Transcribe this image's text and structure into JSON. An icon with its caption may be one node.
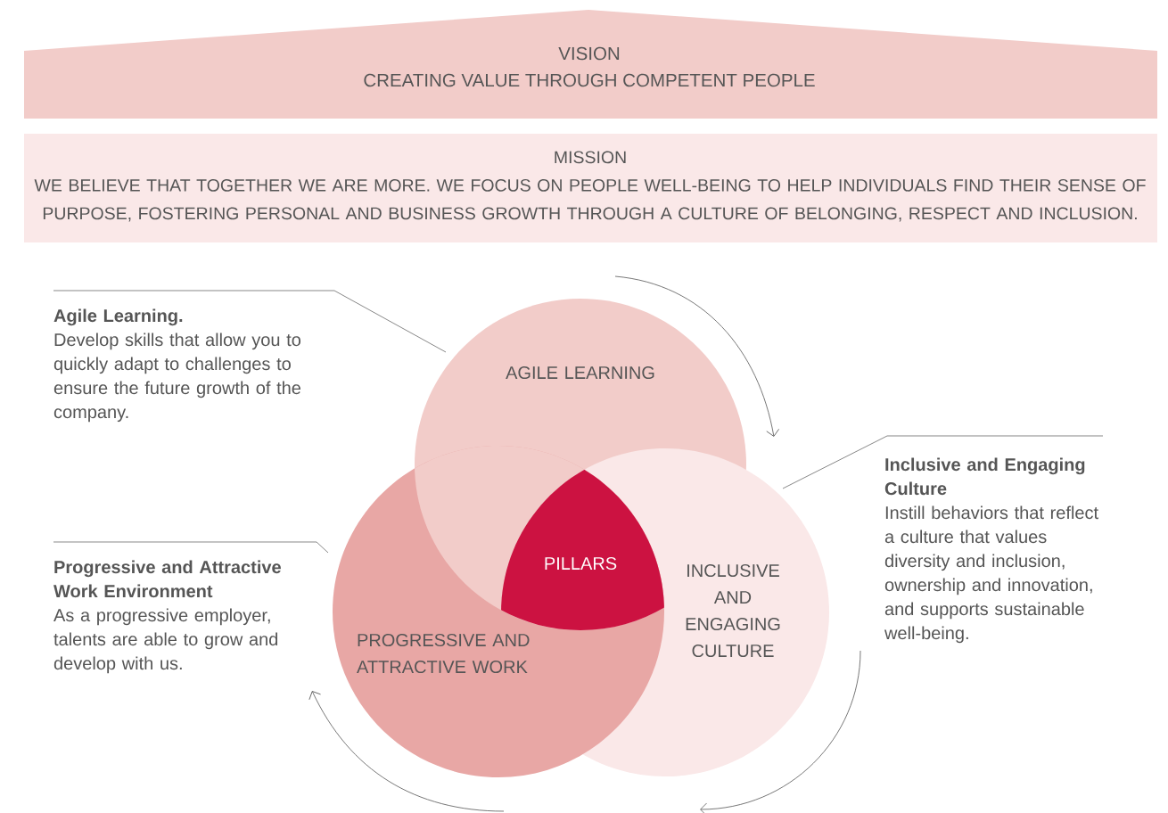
{
  "diagram": {
    "nodes": [
      {
        "text": [
          "VISION",
          "CREATING VALUE THROUGH COMPETENT PEOPLE"
        ]
      },
      {
        "text": [
          "MISSION",
          "WE BELIEVE THAT TOGETHER WE ARE MORE. WE FOCUS ON PEOPLE WELL-BEING TO HELP INDIVIDUALS FIND THEIR SENSE OF PURPOSE, FOSTERING PERSONAL AND BUSINESS GROWTH THROUGH A CULTURE OF BELONGING, RESPECT AND INCLUSION."
        ]
      },
      {
        "text": [
          "Agile Learning.",
          "Develop skills that allow you to quickly adapt to challenges to ensure the future growth of the company."
        ]
      },
      {
        "text": [
          "AGILE LEARNING"
        ]
      },
      {
        "text": [
          "Inclusive and Engaging Culture",
          "Instill behaviors that reflect a culture that values diversity and inclusion, ownership and innovation, and supports sustainable well-being."
        ]
      },
      {
        "text": [
          "PILLARS"
        ]
      },
      {
        "text": [
          "Progressive and Attractive Work Environment",
          "As a progressive employer, talents are able to grow and develop with us."
        ]
      },
      {
        "text": [
          "INCLUSIVE AND ENGAGING CULTURE"
        ]
      },
      {
        "text": [
          "PROGRESSIVE AND ATTRACTIVE WORK"
        ]
      }
    ],
    "edges": [
      {
        "from": 2,
        "to": null,
        "arrow": "none"
      },
      {
        "from": 4,
        "to": null,
        "arrow": "none"
      },
      {
        "from": 6,
        "to": null,
        "arrow": "none"
      }
    ]
  }
}
